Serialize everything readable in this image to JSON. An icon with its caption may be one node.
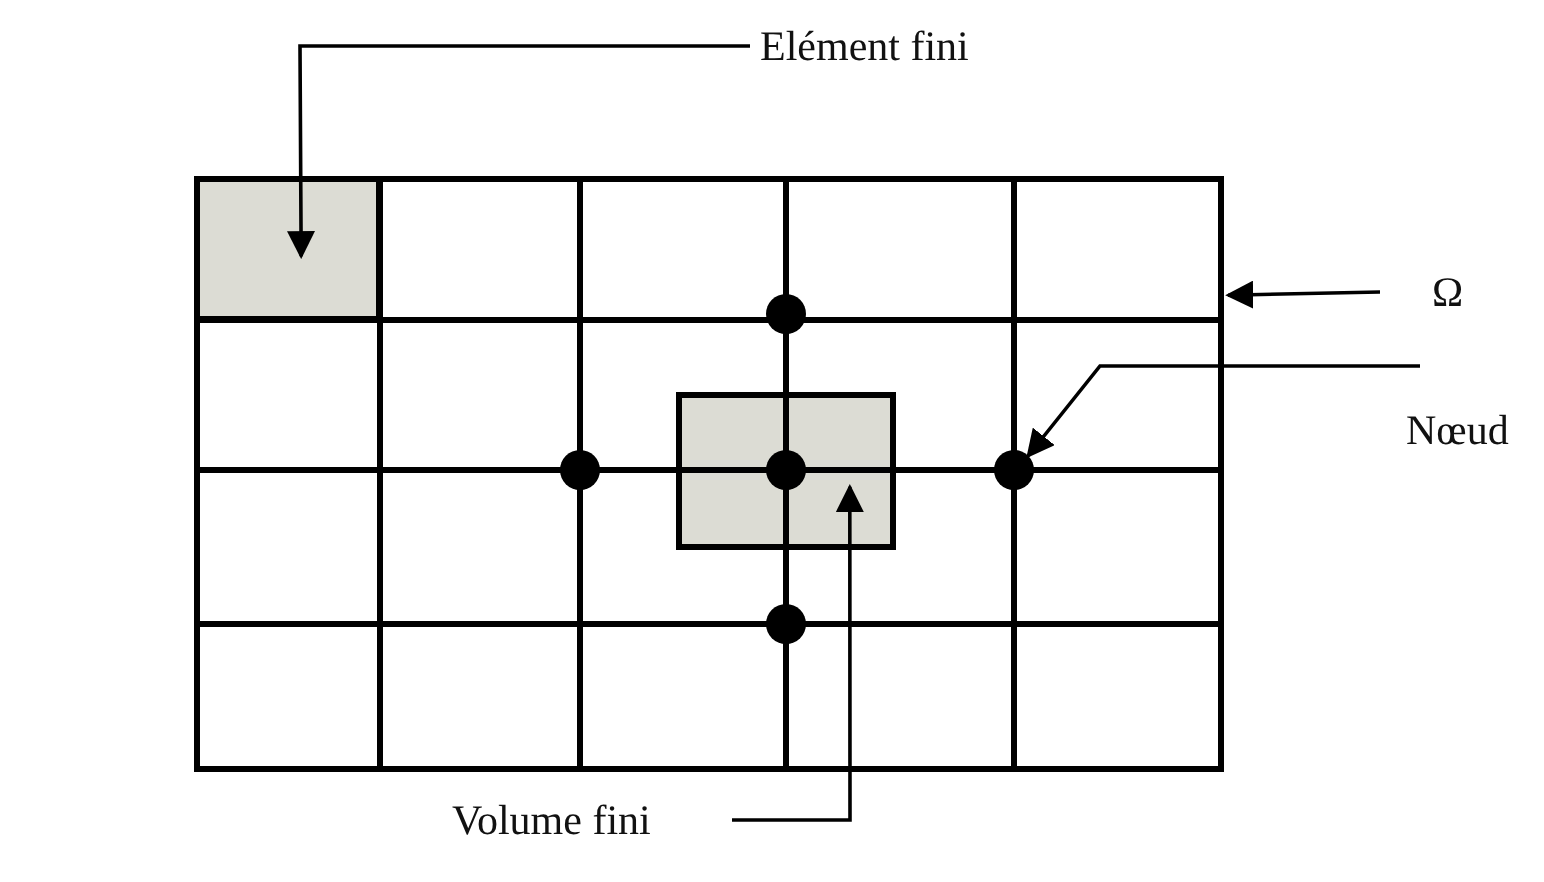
{
  "diagram": {
    "nodes": [
      {
        "text": [
          "Elément fini"
        ]
      },
      {
        "text": [
          "Ω"
        ]
      },
      {
        "text": [],
        "shape": "box"
      },
      {
        "text": [],
        "shape": "box",
        "in": 2
      },
      {
        "text": [],
        "shape": "circle",
        "in": 2
      },
      {
        "text": [
          "Nœud"
        ]
      },
      {
        "text": [],
        "shape": "box",
        "in": 2
      },
      {
        "text": [],
        "shape": "circle",
        "in": 2
      },
      {
        "text": [],
        "shape": "circle",
        "in": 6
      },
      {
        "text": [],
        "shape": "circle",
        "in": 2
      },
      {
        "text": [],
        "shape": "circle",
        "in": 2
      },
      {
        "text": [
          "Volume fini"
        ]
      }
    ],
    "edges": [
      {
        "from": 0,
        "to": 3,
        "arrow": "to"
      },
      {
        "from": 1,
        "to": 2,
        "arrow": "to"
      },
      {
        "from": 5,
        "to": 9,
        "arrow": "to"
      },
      {
        "from": 11,
        "to": 6,
        "arrow": "to"
      }
    ]
  }
}
